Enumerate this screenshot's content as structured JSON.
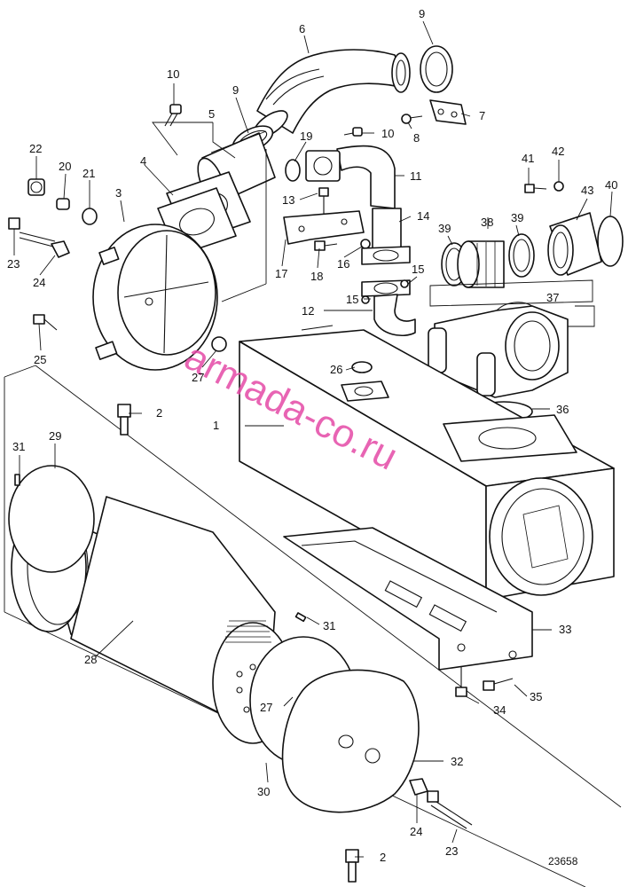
{
  "figure": {
    "drawing_number": "23658",
    "watermark": "armada-co.ru"
  },
  "callouts": {
    "c1": "1",
    "c2a": "2",
    "c2b": "2",
    "c3": "3",
    "c4": "4",
    "c5": "5",
    "c6": "6",
    "c7": "7",
    "c8": "8",
    "c9a": "9",
    "c9b": "9",
    "c10a": "10",
    "c10b": "10",
    "c11": "11",
    "c12": "12",
    "c13": "13",
    "c14": "14",
    "c15a": "15",
    "c15b": "15",
    "c16": "16",
    "c17": "17",
    "c18": "18",
    "c19": "19",
    "c20": "20",
    "c21": "21",
    "c22": "22",
    "c23a": "23",
    "c23b": "23",
    "c24a": "24",
    "c24b": "24",
    "c25": "25",
    "c26": "26",
    "c27a": "27",
    "c27b": "27",
    "c28": "28",
    "c29": "29",
    "c30": "30",
    "c31a": "31",
    "c31b": "31",
    "c32": "32",
    "c33": "33",
    "c34": "34",
    "c35": "35",
    "c36": "36",
    "c37": "37",
    "c38": "38",
    "c39a": "39",
    "c39b": "39",
    "c40": "40",
    "c41": "41",
    "c42": "42",
    "c43": "43"
  }
}
